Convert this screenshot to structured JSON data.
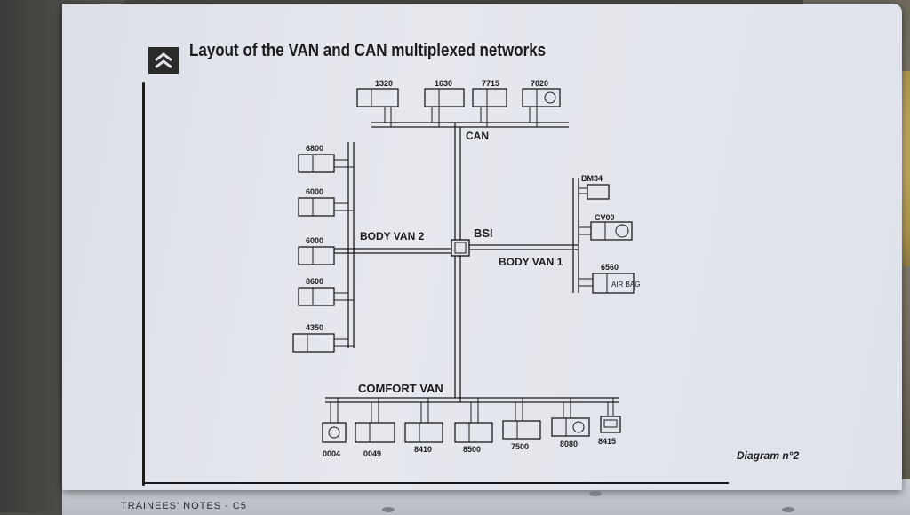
{
  "title": "Layout of the VAN and CAN multiplexed networks",
  "caption": "Diagram n°2",
  "footer": "TRAINEES' NOTES - C5",
  "networks": {
    "can": "CAN",
    "body_van_2": "BODY VAN 2",
    "bsi": "BSI",
    "body_van_1": "BODY VAN 1",
    "comfort_van": "COMFORT VAN"
  },
  "can_nodes": [
    "1320",
    "1630",
    "7715",
    "7020"
  ],
  "body_van_2_nodes": [
    "6800",
    "6000",
    "6000",
    "8600",
    "4350"
  ],
  "body_van_1_nodes": [
    "BM34",
    "CV00",
    "6560"
  ],
  "comfort_van_nodes": [
    "0004",
    "0049",
    "8410",
    "8500",
    "7500",
    "8080",
    "8415"
  ],
  "airbag_label": "AIR BAG",
  "colors": {
    "ink": "#1c1c1c",
    "paper": "#e3e5eb",
    "frame": "#1a1a1a"
  }
}
